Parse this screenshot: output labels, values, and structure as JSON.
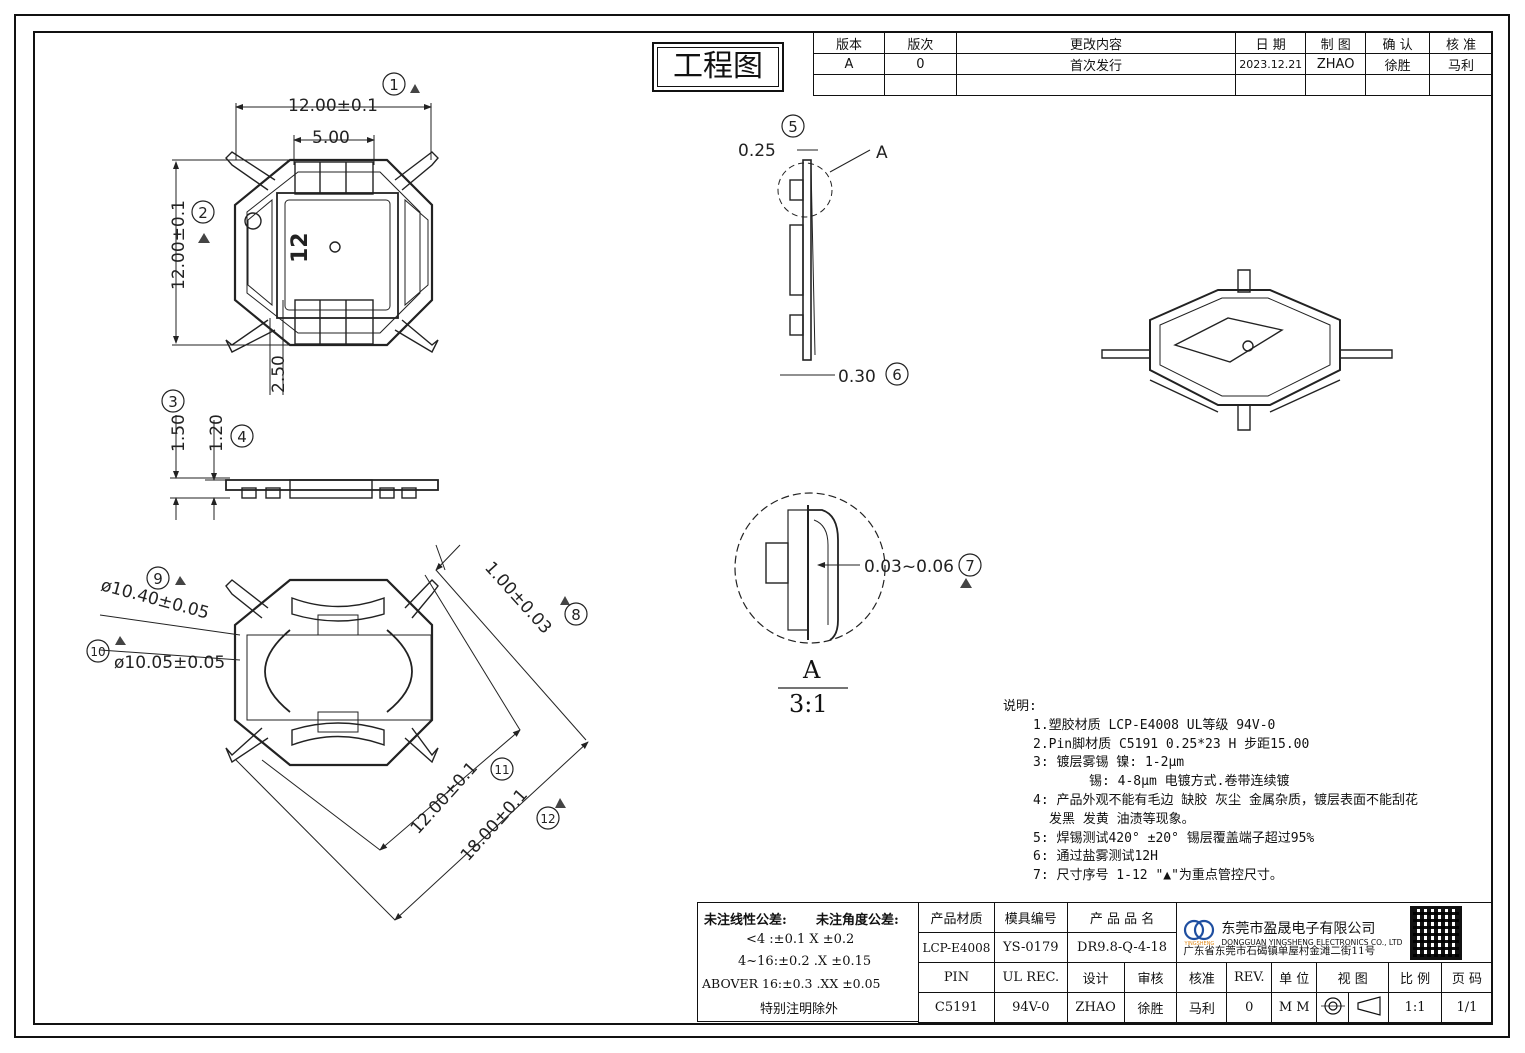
{
  "title_badge": "工程图",
  "revision_table": {
    "headers": [
      "版本",
      "版次",
      "更改内容",
      "日 期",
      "制 图",
      "确 认",
      "核 准"
    ],
    "rows": [
      [
        "A",
        "0",
        "首次发行",
        "2023.12.21",
        "ZHAO",
        "徐胜",
        "马利"
      ],
      [
        "",
        "",
        "",
        "",
        "",
        "",
        ""
      ]
    ]
  },
  "dimensions": {
    "d_top_width": "12.00±0.1",
    "d_inner_width": "5.00",
    "d_height": "12.00±0.1",
    "d_250": "2.50",
    "d_150": "1.50",
    "d_120": "1.20",
    "d_025": "0.25",
    "d_030": "0.30",
    "d_a": "A",
    "d_003": "0.03~0.06",
    "d_dia1040": "ø10.40±0.05",
    "d_dia1005": "ø10.05±0.05",
    "d_100": "1.00±0.03",
    "d_1200b": "12.00±0.1",
    "d_1800": "18.00±0.1",
    "part_mark": "12",
    "detail_label": "A",
    "detail_scale": "3:1"
  },
  "markers": {
    "m1": "1",
    "m2": "2",
    "m3": "3",
    "m4": "4",
    "m5": "5",
    "m6": "6",
    "m7": "7",
    "m8": "8",
    "m9": "9",
    "m10": "10",
    "m11": "11",
    "m12": "12"
  },
  "notes": {
    "heading": "说明:",
    "lines": [
      "1.塑胶材质 LCP-E4008  UL等级 94V-0",
      "2.Pin脚材质 C5191  0.25*23 H 步距15.00",
      "3: 镀层雾锡  镍: 1-2μm",
      "锡: 4-8μm 电镀方式.卷带连续镀",
      "4: 产品外观不能有毛边 缺胶 灰尘 金属杂质，镀层表面不能刮花",
      "发黑 发黄 油渍等现象。",
      "5: 焊锡测试420° ±20° 锡层覆盖端子超过95%",
      "6: 通过盐雾测试12H",
      "7: 尺寸序号 1-12 \"▲\"为重点管控尺寸。"
    ]
  },
  "tolerance": {
    "line_title": "未注线性公差:",
    "angle_title": "未注角度公差:",
    "r1": "<4 :±0.1  X ±0.2",
    "r2": "4~16:±0.2  .X ±0.15",
    "r3": "ABOVER 16:±0.3  .XX ±0.05",
    "r4": "特别注明除外"
  },
  "title_block": {
    "h_material": "产品材质",
    "h_mold": "模具编号",
    "h_name": "产 品 品 名",
    "material": "LCP-E4008",
    "mold": "YS-0179",
    "name": "DR9.8-Q-4-18",
    "company_cn": "东莞市盈晟电子有限公司",
    "company_en": "DONGGUAN YINGSHENG ELECTRONICS CO., LTD",
    "logo_text": "YINGSHENG",
    "address": "广东省东莞市石碣镇单屋村金滩二街11号",
    "h_pin": "PIN",
    "h_ul": "UL REC.",
    "h_design": "设计",
    "h_review": "审核",
    "h_approve": "核准",
    "h_rev": "REV.",
    "h_unit": "单 位",
    "h_view": "视 图",
    "h_scale": "比 例",
    "h_page": "页 码",
    "pin": "C5191",
    "ul": "94V-0",
    "design": "ZHAO",
    "review": "徐胜",
    "approve": "马利",
    "rev": "0",
    "unit": "M M",
    "scale": "1:1",
    "page": "1/1"
  }
}
